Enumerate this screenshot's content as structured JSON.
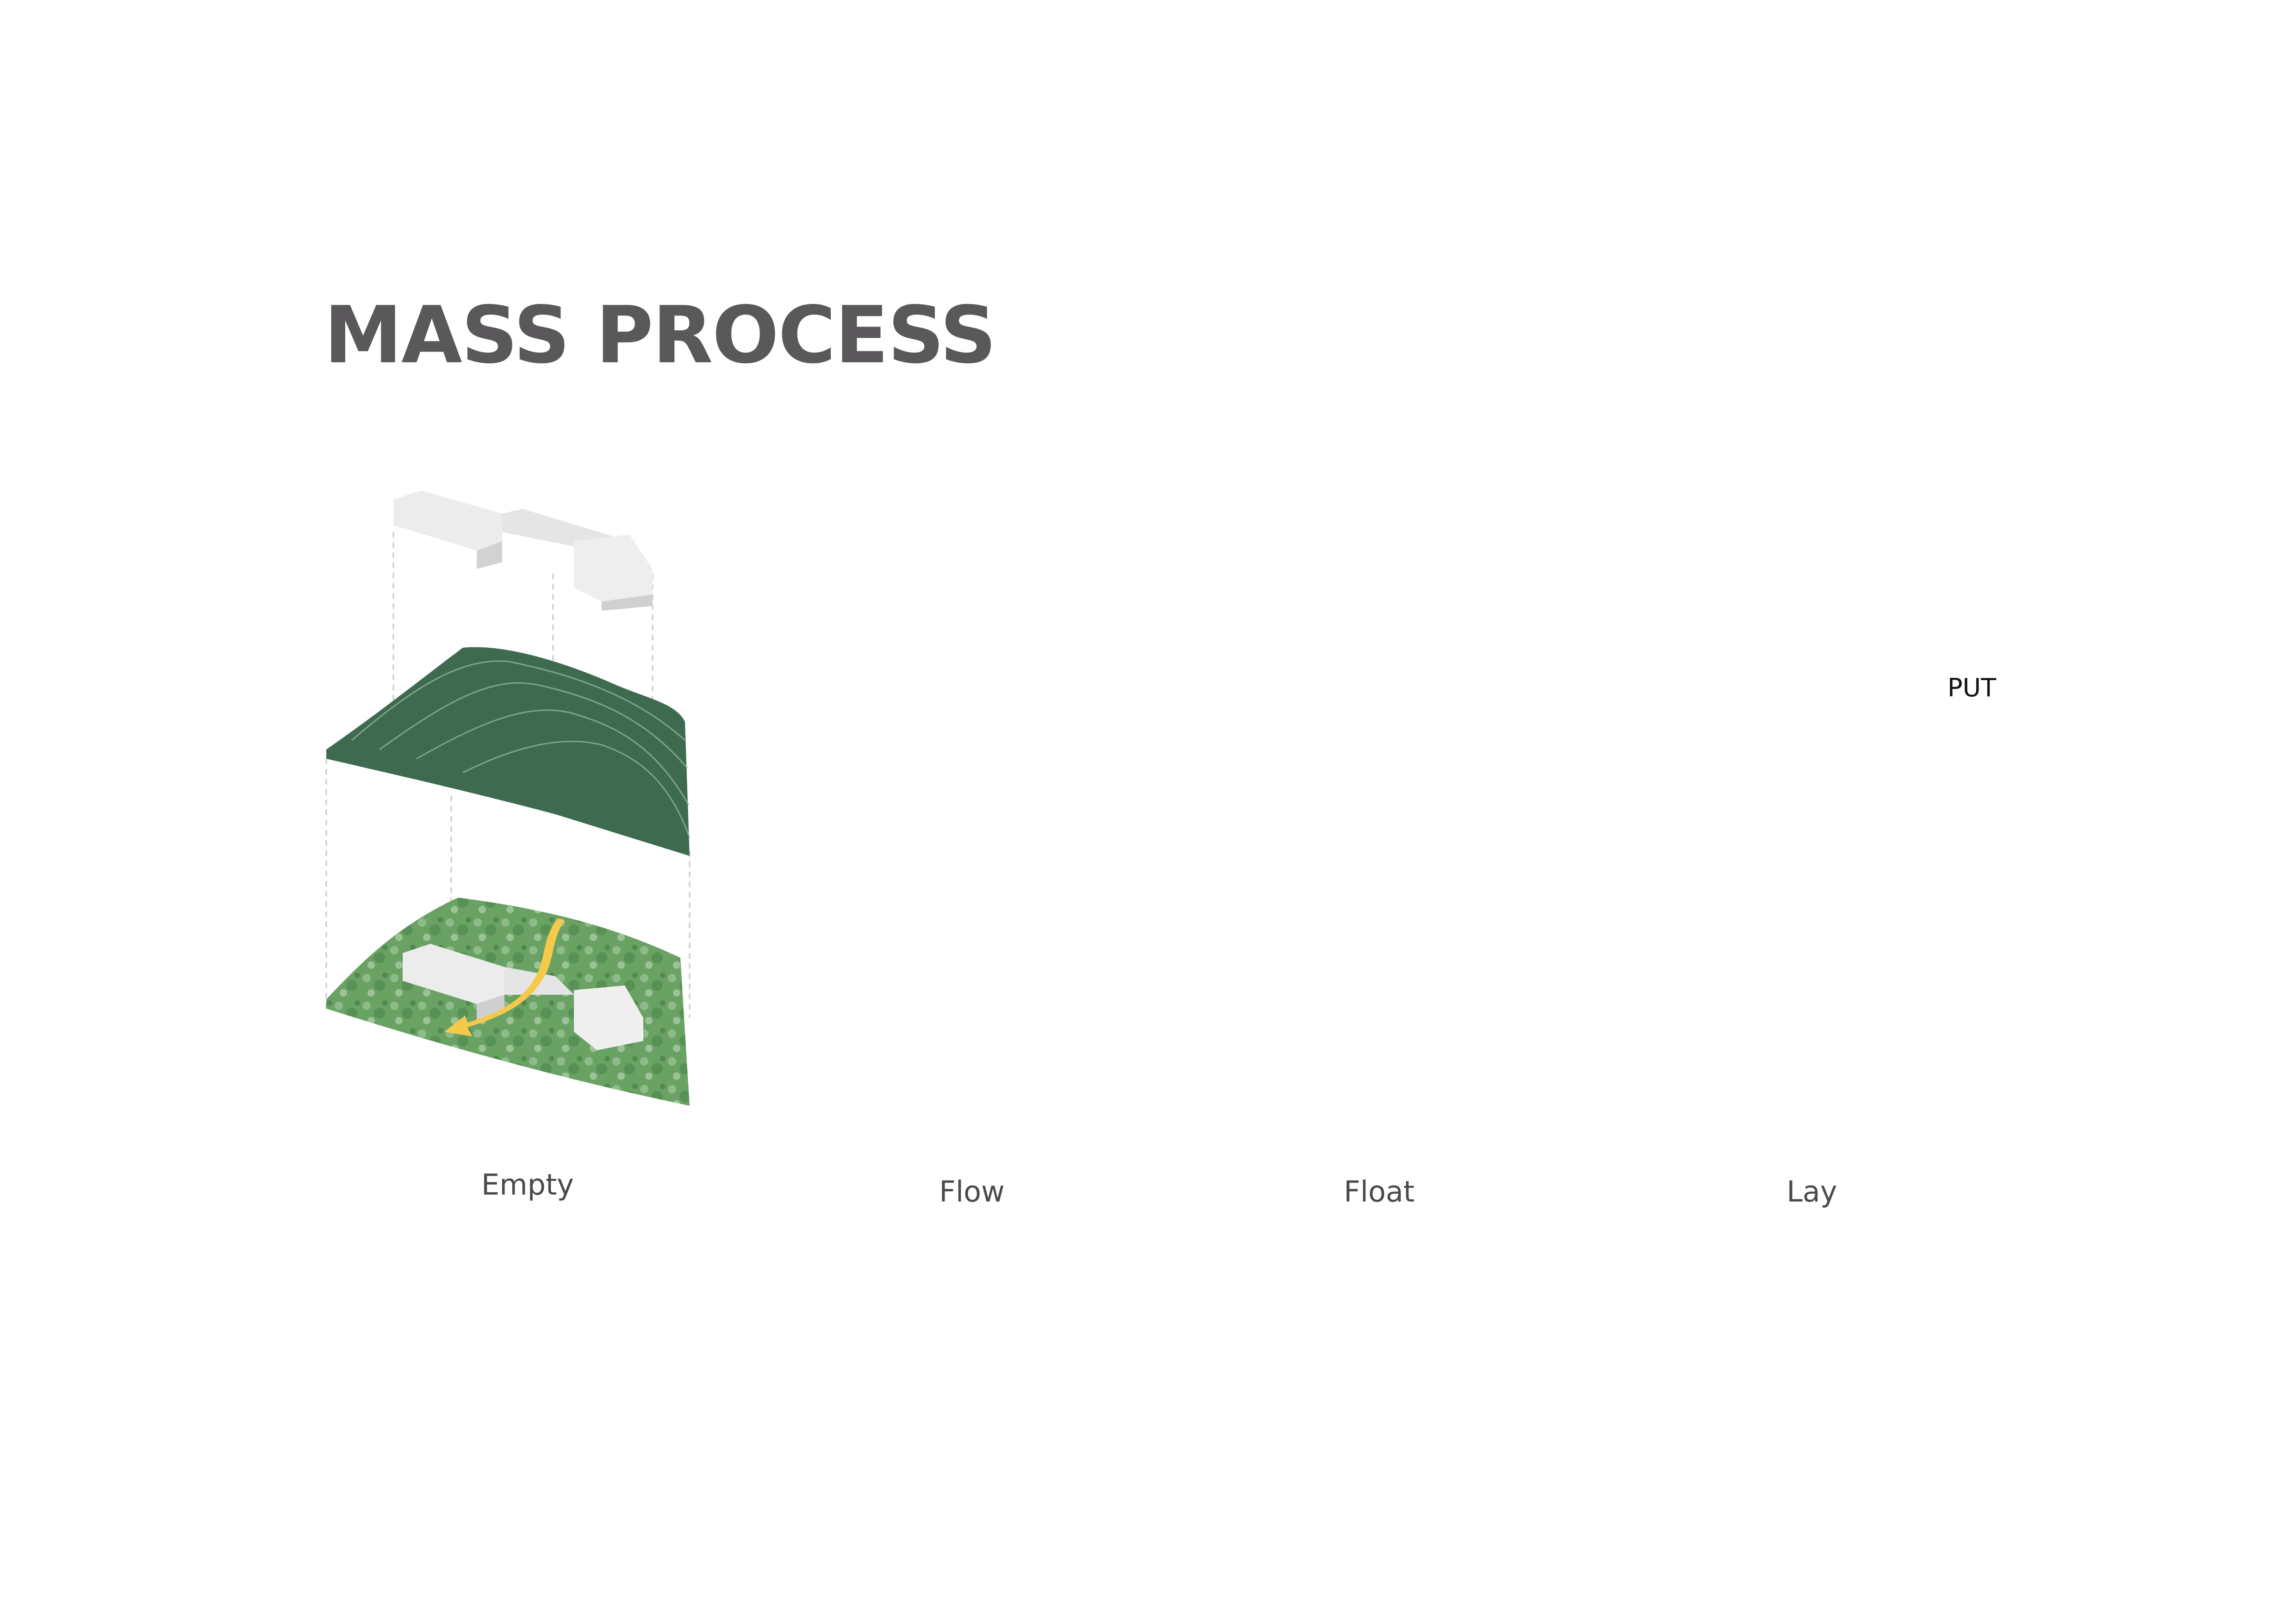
{
  "title": "MASS PROCESS",
  "annotation": "PUT",
  "columns": [
    {
      "label": "Empty",
      "has_flow_arrows": true
    },
    {
      "label": "Flow",
      "has_flow_arrows": true
    },
    {
      "label": "Float",
      "has_flow_arrows": true
    },
    {
      "label": "Lay",
      "has_flow_arrows": false
    }
  ],
  "colors": {
    "title": "#5a585a",
    "terrain": "#3e6b4f",
    "contour": "#8fb39a",
    "site_green": "#5f9a5c",
    "mass": "#e8e6e6",
    "arrow": "#f7c94b"
  }
}
